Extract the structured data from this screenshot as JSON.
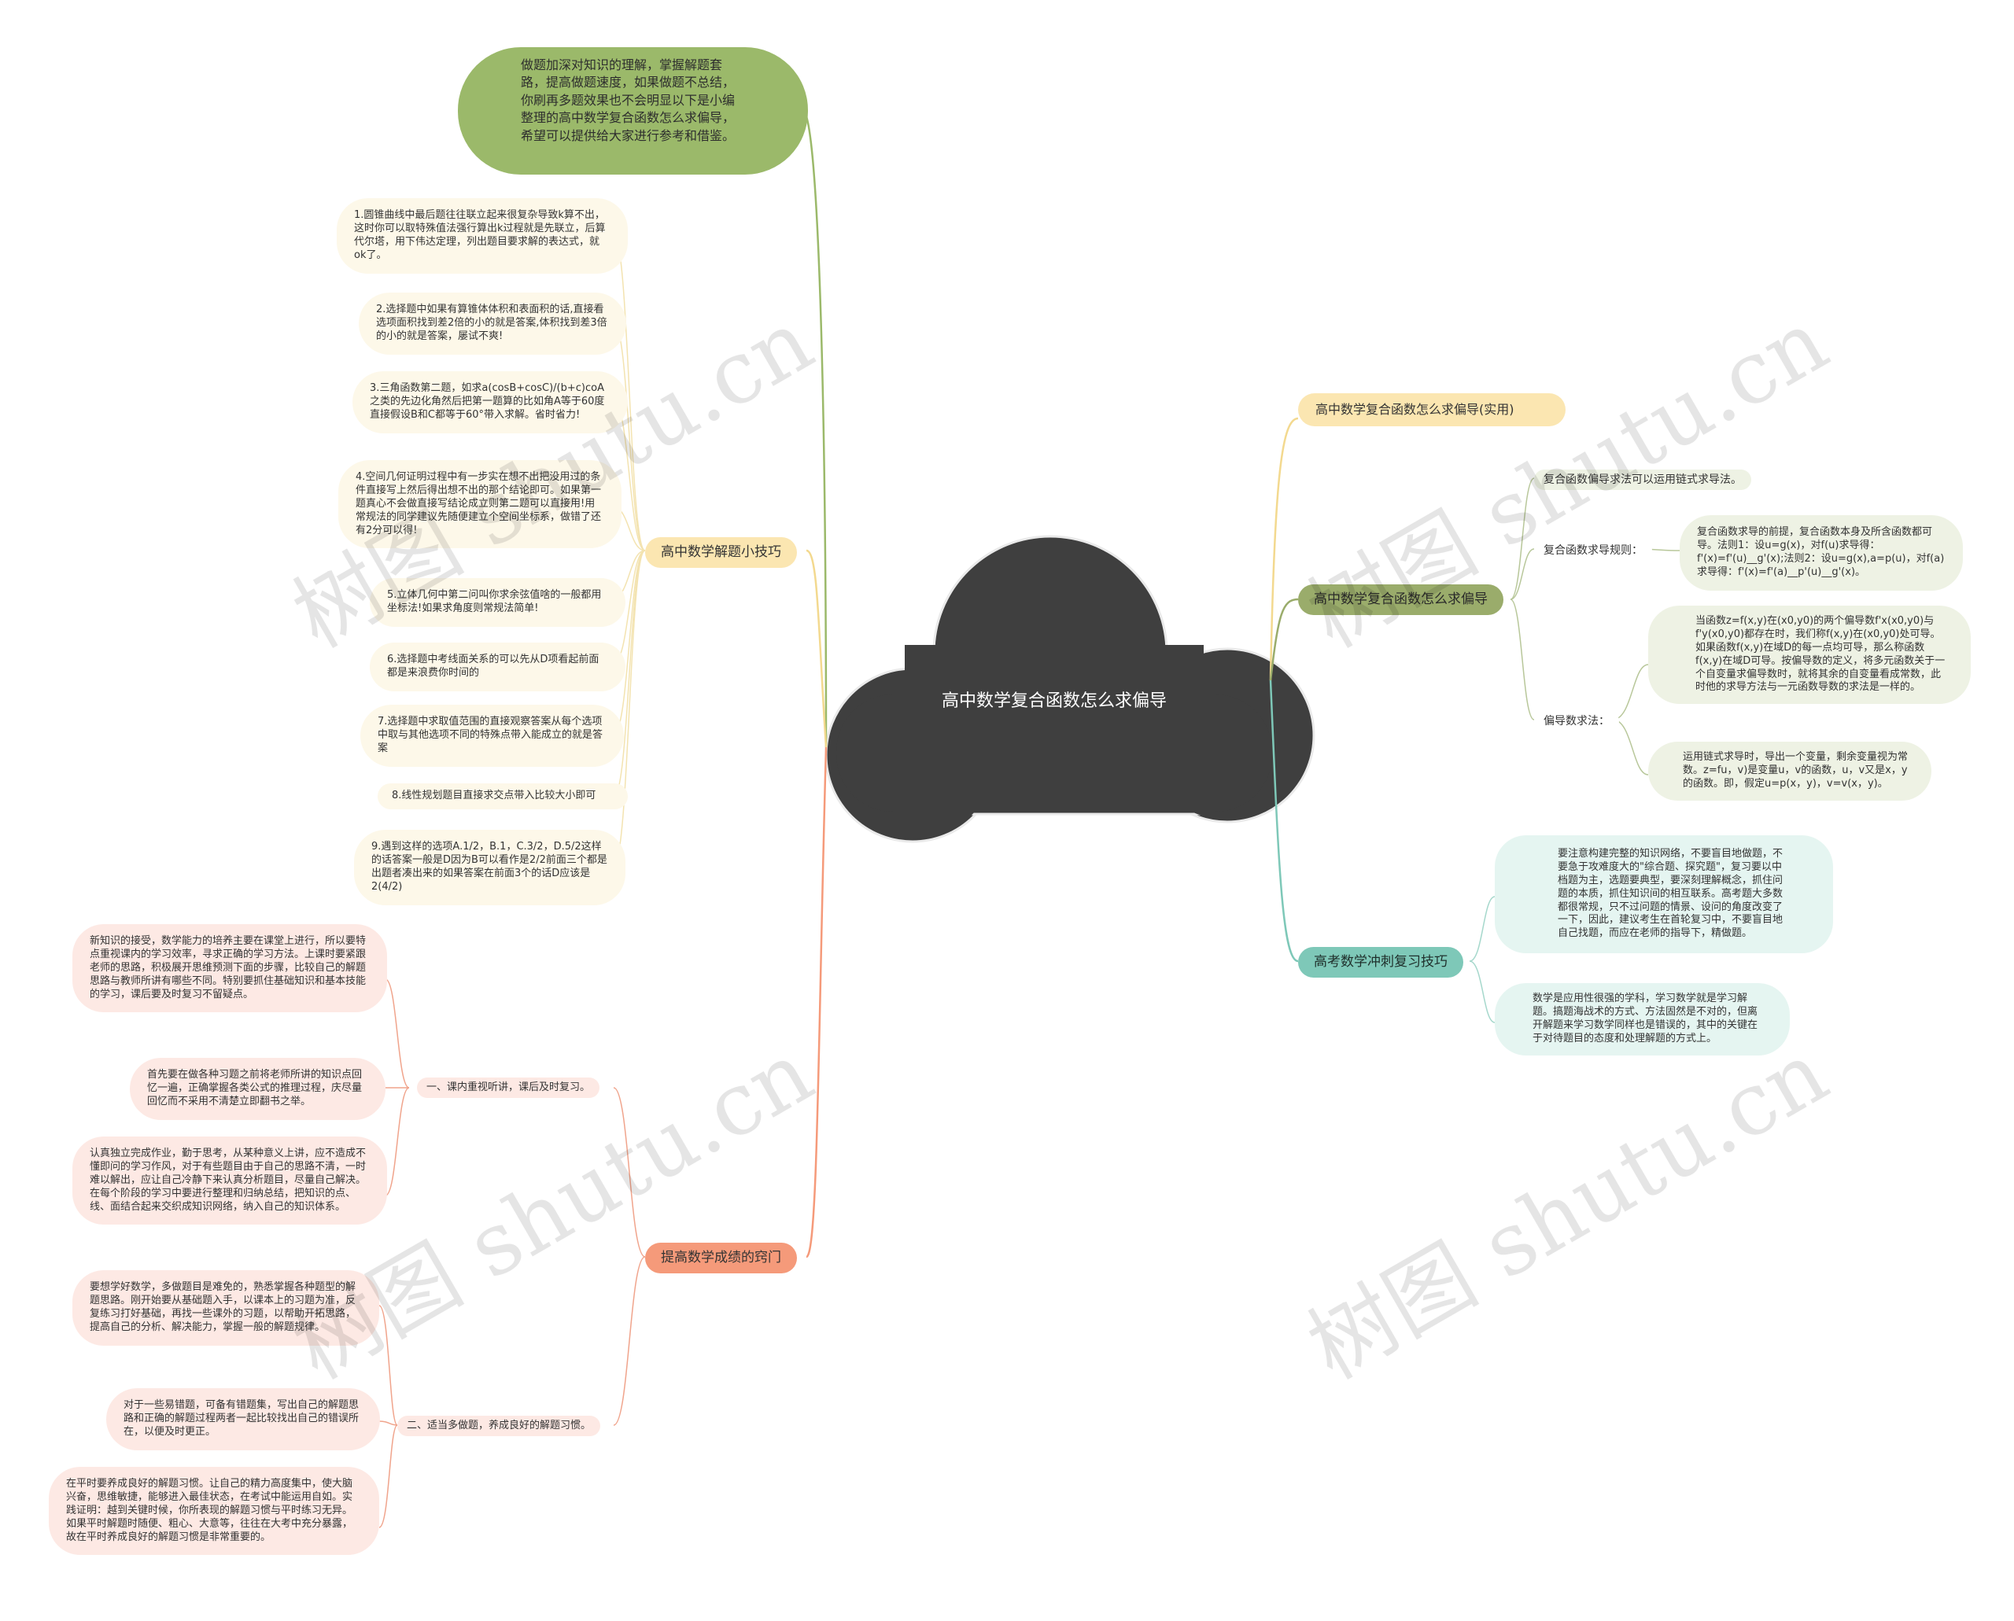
{
  "colors": {
    "center": "#3f3f3f",
    "intro": "#9bb96a",
    "tips_branch": "#fbe6b1",
    "score_branch": "#f59a7a",
    "right_branch1": "#fbe6b1",
    "right_branch2": "#9aac6b",
    "right_branch3": "#7ec8b8"
  },
  "center": {
    "title": "高中数学复合函数怎么求偏导"
  },
  "intro": {
    "text": "做题加深对知识的理解，掌握解题套路，提高做题速度，如果做题不总结，你刷再多题效果也不会明显以下是小编整理的高中数学复合函数怎么求偏导，希望可以提供给大家进行参考和借鉴。"
  },
  "tips": {
    "label": "高中数学解题小技巧",
    "items": [
      "1.圆锥曲线中最后题往往联立起来很复杂导致k算不出，这时你可以取特殊值法强行算出k过程就是先联立，后算代尔塔，用下伟达定理，列出题目要求解的表达式，就ok了。",
      "2.选择题中如果有算锥体体积和表面积的话,直接看选项面积找到差2倍的小的就是答案,体积找到差3倍的小的就是答案，屡试不爽!",
      "3.三角函数第二题，如求a(cosB+cosC)/(b+c)coA之类的先边化角然后把第一题算的比如角A等于60度直接假设B和C都等于60°带入求解。省时省力!",
      "4.空间几何证明过程中有一步实在想不出把没用过的条件直接写上然后得出想不出的那个结论即可。如果第一题真心不会做直接写结论成立则第二题可以直接用!用常规法的同学建议先随便建立个空间坐标系，做错了还有2分可以得!",
      "5.立体几何中第二问叫你求余弦值啥的一般都用坐标法!如果求角度则常规法简单!",
      "6.选择题中考线面关系的可以先从D项看起前面都是来浪费你时间的",
      "7.选择题中求取值范围的直接观察答案从每个选项中取与其他选项不同的特殊点带入能成立的就是答案",
      "8.线性规划题目直接求交点带入比较大小即可",
      "9.遇到这样的选项A.1/2，B.1，C.3/2，D.5/2这样的话答案一般是D因为B可以看作是2/2前面三个都是出题者凑出来的如果答案在前面3个的话D应该是2(4/2)"
    ]
  },
  "score": {
    "label": "提高数学成绩的窍门",
    "sub1": {
      "label": "一、课内重视听讲，课后及时复习。",
      "items": [
        "新知识的接受，数学能力的培养主要在课堂上进行，所以要特点重视课内的学习效率，寻求正确的学习方法。上课时要紧跟老师的思路，积极展开思维预测下面的步骤，比较自己的解题思路与教师所讲有哪些不同。特别要抓住基础知识和基本技能的学习，课后要及时复习不留疑点。",
        "首先要在做各种习题之前将老师所讲的知识点回忆一遍，正确掌握各类公式的推理过程，庆尽量回忆而不采用不清楚立即翻书之举。",
        "认真独立完成作业，勤于思考，从某种意义上讲，应不造成不懂即问的学习作风，对于有些题目由于自己的思路不清，一时难以解出，应让自己冷静下来认真分析题目，尽量自己解决。在每个阶段的学习中要进行整理和归纳总结，把知识的点、线、面结合起来交织成知识网络，纳入自己的知识体系。"
      ]
    },
    "sub2": {
      "label": "二、适当多做题，养成良好的解题习惯。",
      "items": [
        "要想学好数学，多做题目是难免的，熟悉掌握各种题型的解题思路。刚开始要从基础题入手，以课本上的习题为准，反复练习打好基础，再找一些课外的习题，以帮助开拓思路，提高自己的分析、解决能力，掌握一般的解题规律。",
        "对于一些易错题，可备有错题集，写出自己的解题思路和正确的解题过程两者一起比较找出自己的错误所在，以便及时更正。",
        "在平时要养成良好的解题习惯。让自己的精力高度集中，使大脑兴奋，思维敏捷，能够进入最佳状态，在考试中能运用自如。实践证明：越到关键时候，你所表现的解题习惯与平时练习无异。如果平时解题时随便、粗心、大意等，往往在大考中充分暴露，故在平时养成良好的解题习惯是非常重要的。"
      ]
    }
  },
  "right1": {
    "label": "高中数学复合函数怎么求偏导(实用)"
  },
  "right2": {
    "label": "高中数学复合函数怎么求偏导",
    "method": "复合函数偏导求法可以运用链式求导法。",
    "rule_label": "复合函数求导规则：",
    "rule_text": "复合函数求导的前提，复合函数本身及所含函数都可导。法则1：设u=g(x)，对f(u)求导得：f'(x)=f'(u)__g'(x);法则2：设u=g(x),a=p(u)，对f(a)求导得：f'(x)=f'(a)__p'(u)__g'(x)。",
    "partial_label": "偏导数求法：",
    "partial_items": [
      "当函数z=f(x,y)在(x0,y0)的两个偏导数f'x(x0,y0)与f'y(x0,y0)都存在时，我们称f(x,y)在(x0,y0)处可导。如果函数f(x,y)在域D的每一点均可导，那么称函数f(x,y)在域D可导。按偏导数的定义，将多元函数关于一个自变量求偏导数时，就将其余的自变量看成常数，此时他的求导方法与一元函数导数的求法是一样的。",
      "运用链式求导时，导出一个变量，剩余变量视为常数。z=fu，v)是变量u，v的函数，u，v又是x，y的函数。即，假定u=p(x，y)，v=v(x，y)。"
    ]
  },
  "right3": {
    "label": "高考数学冲刺复习技巧",
    "items": [
      "要注意构建完整的知识网络，不要盲目地做题，不要急于攻难度大的\"综合题、探究题\"，复习要以中档题为主，选题要典型，要深刻理解概念，抓住问题的本质，抓住知识间的相互联系。高考题大多数都很常规，只不过问题的情景、设问的角度改变了一下，因此，建议考生在首轮复习中，不要盲目地自己找题，而应在老师的指导下，精做题。",
      "数学是应用性很强的学科，学习数学就是学习解题。搞题海战术的方式、方法固然是不对的，但离开解题来学习数学同样也是错误的，其中的关键在于对待题目的态度和处理解题的方式上。"
    ]
  }
}
